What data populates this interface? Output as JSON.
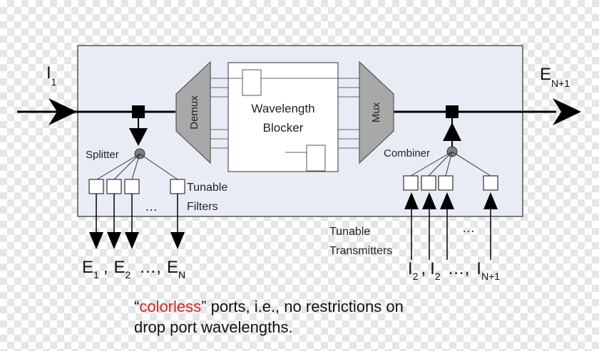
{
  "diagram": {
    "labels": {
      "demux": "Demux",
      "wavelength_blocker_line1": "Wavelength",
      "wavelength_blocker_line2": "Blocker",
      "mux": "Mux",
      "splitter": "Splitter",
      "combiner": "Combiner",
      "tunable_filters_line1": "Tunable",
      "tunable_filters_line2": "Filters",
      "tunable_transmitters_line1": "Tunable",
      "tunable_transmitters_line2": "Transmitters",
      "dots": "…",
      "input_main": "I",
      "input_sub": "1",
      "output_main": "E",
      "output_sub": "N+1"
    },
    "drop_ports": {
      "e1_main": "E",
      "e1_sub": "1",
      "e2_main": "E",
      "e2_sub": "2",
      "en_main": "E",
      "en_sub": "N",
      "sep1": ",",
      "sep2": ",",
      "ellipsis": "…,"
    },
    "add_ports": {
      "i2a_main": "I",
      "i2a_sub": "2",
      "i2b_main": "I",
      "i2b_sub": "2",
      "in1_main": "I",
      "in1_sub": "N+1",
      "sep1": ",",
      "sep2": ",",
      "ellipsis": "…,"
    },
    "colors": {
      "box_fill": "#e8edf5",
      "box_stroke": "#555555",
      "mux_fill": "#a8a8a8",
      "splitter_fill": "#7f7f7f",
      "caption_highlight": "#e0201c"
    }
  },
  "caption": {
    "open_quote": "“",
    "highlight": "colorless",
    "rest_line1": "” ports, i.e., no restrictions on",
    "line2": "drop port wavelengths."
  }
}
